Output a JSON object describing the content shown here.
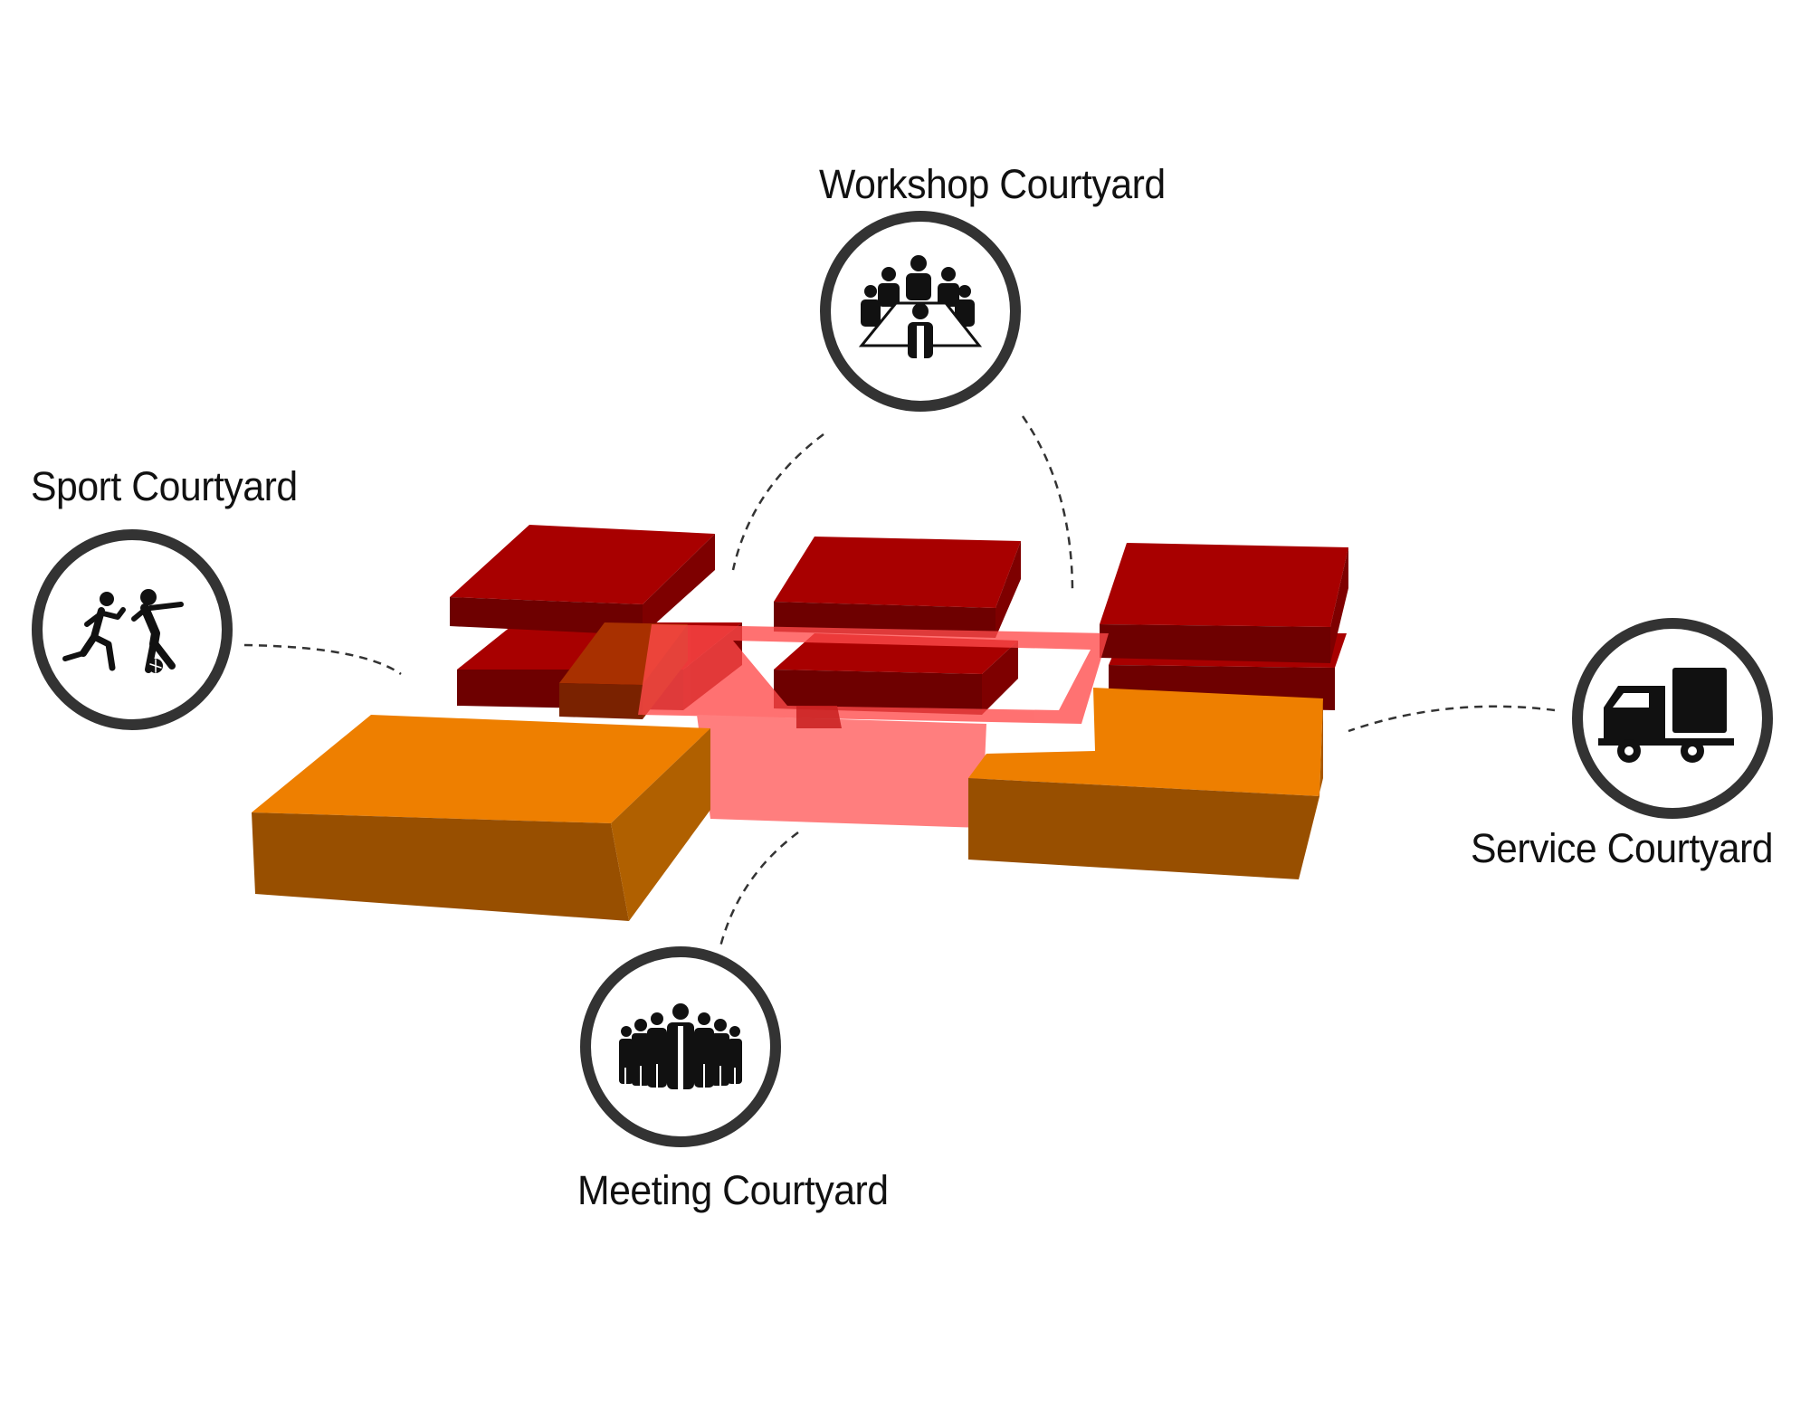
{
  "labels": {
    "workshop": "Workshop Courtyard",
    "sport": "Sport Courtyard",
    "service": "Service Courtyard",
    "meeting": "Meeting Courtyard"
  },
  "icons": {
    "workshop": "conference-table-icon",
    "sport": "soccer-players-icon",
    "service": "delivery-truck-icon",
    "meeting": "crowd-icon"
  },
  "colors": {
    "background": "#ffffff",
    "red_top": "#a80000",
    "red_side": "#6e0000",
    "orange_top": "#ee7f00",
    "orange_side": "#984f00",
    "courtyard_plane": "#ff4a4a",
    "circle_stroke": "#333333",
    "icon_fill": "#111111"
  }
}
